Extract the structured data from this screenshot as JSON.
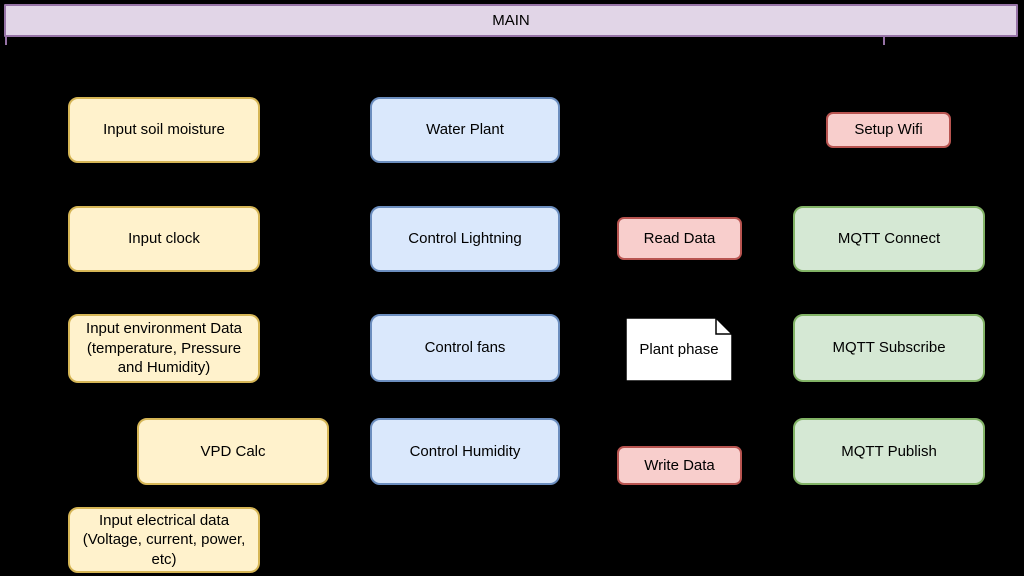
{
  "diagram": {
    "background": "#000000",
    "header": {
      "label": "MAIN",
      "fill": "#E1D5E7",
      "border": "#9673A6"
    },
    "nodes": [
      {
        "id": "input-soil-moisture",
        "label": "Input soil moisture",
        "shape": "rounded",
        "fill": "#FFF2CC",
        "border": "#D6B656"
      },
      {
        "id": "input-clock",
        "label": "Input clock",
        "shape": "rounded",
        "fill": "#FFF2CC",
        "border": "#D6B656"
      },
      {
        "id": "input-environment-data",
        "label": "Input environment Data (temperature, Pressure and Humidity)",
        "shape": "rounded",
        "fill": "#FFF2CC",
        "border": "#D6B656"
      },
      {
        "id": "vpd-calc",
        "label": "VPD Calc",
        "shape": "rounded",
        "fill": "#FFF2CC",
        "border": "#D6B656"
      },
      {
        "id": "input-electrical-data",
        "label": "Input electrical data (Voltage, current, power, etc)",
        "shape": "rounded",
        "fill": "#FFF2CC",
        "border": "#D6B656"
      },
      {
        "id": "water-plant",
        "label": "Water Plant",
        "shape": "rounded",
        "fill": "#DAE8FC",
        "border": "#6C8EBF"
      },
      {
        "id": "control-lightning",
        "label": "Control Lightning",
        "shape": "rounded",
        "fill": "#DAE8FC",
        "border": "#6C8EBF"
      },
      {
        "id": "control-fans",
        "label": "Control fans",
        "shape": "rounded",
        "fill": "#DAE8FC",
        "border": "#6C8EBF"
      },
      {
        "id": "control-humidity",
        "label": "Control Humidity",
        "shape": "rounded",
        "fill": "#DAE8FC",
        "border": "#6C8EBF"
      },
      {
        "id": "read-data",
        "label": "Read Data",
        "shape": "rounded",
        "fill": "#F8CECC",
        "border": "#B85450"
      },
      {
        "id": "plant-phase",
        "label": "Plant phase",
        "shape": "document",
        "fill": "#FFFFFF",
        "border": "#000000"
      },
      {
        "id": "write-data",
        "label": "Write Data",
        "shape": "rounded",
        "fill": "#F8CECC",
        "border": "#B85450"
      },
      {
        "id": "setup-wifi",
        "label": "Setup Wifi",
        "shape": "rounded",
        "fill": "#F8CECC",
        "border": "#B85450"
      },
      {
        "id": "mqtt-connect",
        "label": "MQTT Connect",
        "shape": "rounded",
        "fill": "#D5E8D4",
        "border": "#82B366"
      },
      {
        "id": "mqtt-subscribe",
        "label": "MQTT Subscribe",
        "shape": "rounded",
        "fill": "#D5E8D4",
        "border": "#82B366"
      },
      {
        "id": "mqtt-publish",
        "label": "MQTT Publish",
        "shape": "rounded",
        "fill": "#D5E8D4",
        "border": "#82B366"
      }
    ]
  }
}
